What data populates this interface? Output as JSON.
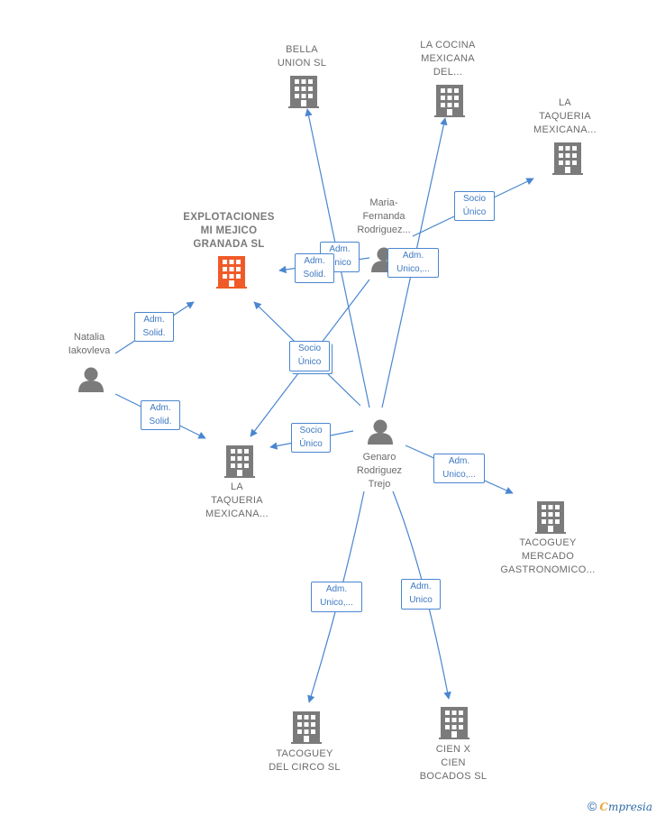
{
  "companies": {
    "bella_union": {
      "lines": [
        "BELLA",
        "UNION SL"
      ]
    },
    "la_cocina": {
      "lines": [
        "LA COCINA",
        "MEXICANA",
        "DEL..."
      ]
    },
    "la_taqueria_top": {
      "lines": [
        "LA",
        "TAQUERIA",
        "MEXICANA..."
      ]
    },
    "explotaciones": {
      "lines": [
        "EXPLOTACIONES",
        "MI MEJICO",
        "GRANADA  SL"
      ]
    },
    "la_taqueria_left": {
      "lines": [
        "LA",
        "TAQUERIA",
        "MEXICANA..."
      ]
    },
    "tacoguey_mercado": {
      "lines": [
        "TACOGUEY",
        "MERCADO",
        "GASTRONOMICO..."
      ]
    },
    "tacoguey_circo": {
      "lines": [
        "TACOGUEY",
        "DEL CIRCO  SL"
      ]
    },
    "cien_x_cien": {
      "lines": [
        "CIEN X",
        "CIEN",
        "BOCADOS  SL"
      ]
    }
  },
  "people": {
    "maria": {
      "lines": [
        "Maria-",
        "Fernanda",
        "Rodriguez..."
      ]
    },
    "natalia": {
      "lines": [
        "Natalia",
        "Iakovleva"
      ]
    },
    "genaro": {
      "lines": [
        "Genaro",
        "Rodriguez",
        "Trejo"
      ]
    }
  },
  "edges": {
    "maria_socio": [
      "Socio",
      "Único"
    ],
    "maria_adm_unico_bella": [
      "Adm.",
      "Unico"
    ],
    "maria_adm_solid": [
      "Adm.",
      "Solid."
    ],
    "maria_adm_unico2": [
      "Adm.",
      "Unico,..."
    ],
    "natalia_adm_solid_1": [
      "Adm.",
      "Solid."
    ],
    "natalia_adm_solid_2": [
      "Adm.",
      "Solid."
    ],
    "socio_unico_center": [
      "Socio",
      "Único"
    ],
    "genaro_socio_unico": [
      "Socio",
      "Único"
    ],
    "genaro_adm_unico_mercado": [
      "Adm.",
      "Unico,..."
    ],
    "genaro_adm_unico_circo": [
      "Adm.",
      "Unico,..."
    ],
    "genaro_adm_unico_cien": [
      "Adm.",
      "Unico"
    ]
  },
  "footer": {
    "copyright": "©",
    "brand_first": "C",
    "brand_rest": "mpresia"
  },
  "colors": {
    "edge": "#4a86d0",
    "building": "#7b7b7b",
    "highlight": "#f05a28",
    "person": "#7b7b7b"
  }
}
